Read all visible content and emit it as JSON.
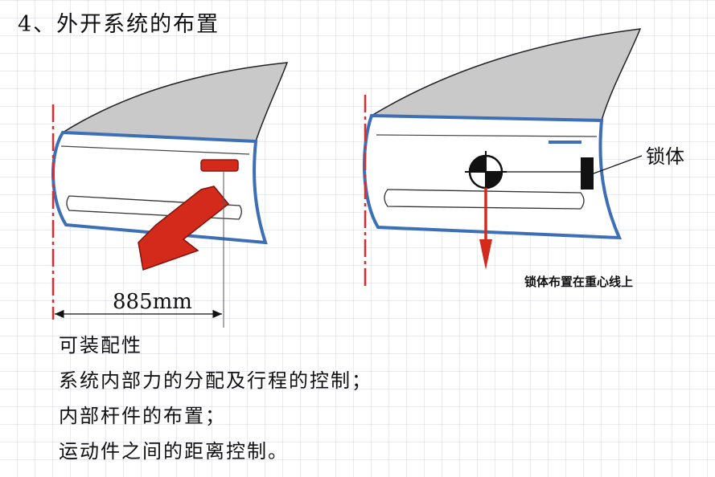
{
  "title": "4、外开系统的布置",
  "figures": {
    "dimension_label": "885mm",
    "lock_label": "锁体",
    "lock_caption": "锁体布置在重心线上"
  },
  "bullets": [
    "可装配性",
    "系统内部力的分配及行程的控制；",
    "内部杆件的布置；",
    "运动件之间的距离控制。"
  ],
  "colors": {
    "door_outline": "#3d6fb6",
    "glass": "#c9c9c9",
    "arrow_red": "#d42a1c",
    "dashed_line": "#e0282d"
  }
}
